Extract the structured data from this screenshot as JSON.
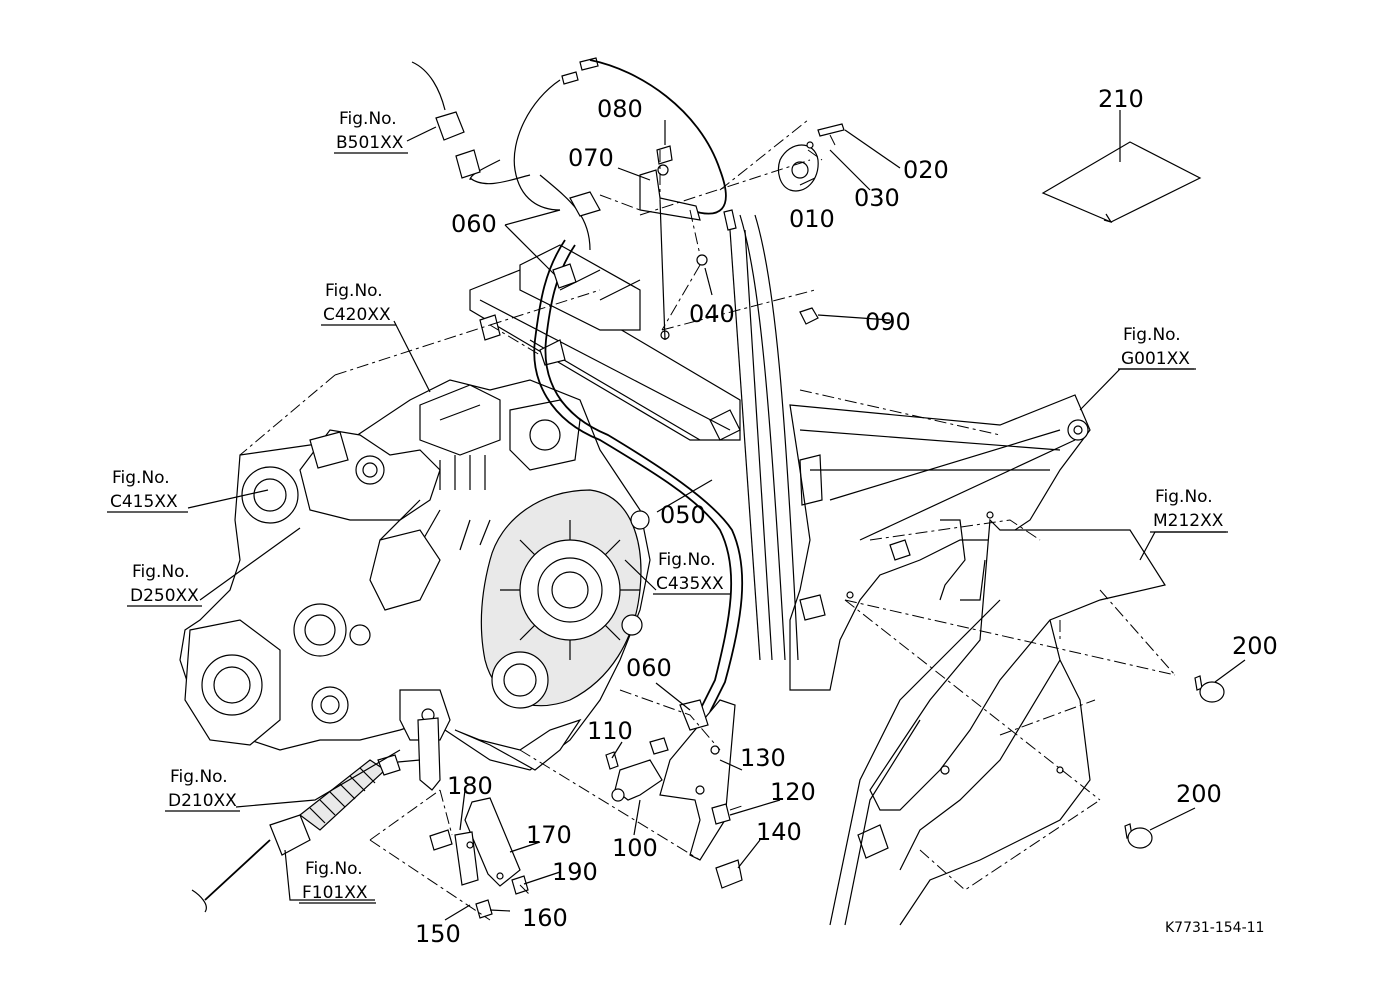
{
  "callouts": {
    "c010": "010",
    "c020": "020",
    "c030": "030",
    "c040": "040",
    "c050": "050",
    "c060a": "060",
    "c060b": "060",
    "c070": "070",
    "c080": "080",
    "c090": "090",
    "c100": "100",
    "c110": "110",
    "c120": "120",
    "c130": "130",
    "c140": "140",
    "c150": "150",
    "c160": "160",
    "c170": "170",
    "c180": "180",
    "c190": "190",
    "c200a": "200",
    "c200b": "200",
    "c210": "210"
  },
  "figure_refs": {
    "b501": {
      "label": "Fig.No.",
      "code": "B501XX"
    },
    "c420": {
      "label": "Fig.No.",
      "code": "C420XX"
    },
    "c415": {
      "label": "Fig.No.",
      "code": "C415XX"
    },
    "d250": {
      "label": "Fig.No.",
      "code": "D250XX"
    },
    "c435": {
      "label": "Fig.No.",
      "code": "C435XX"
    },
    "g001": {
      "label": "Fig.No.",
      "code": "G001XX"
    },
    "m212": {
      "label": "Fig.No.",
      "code": "M212XX"
    },
    "d210": {
      "label": "Fig.No.",
      "code": "D210XX"
    },
    "f101": {
      "label": "Fig.No.",
      "code": "F101XX"
    }
  },
  "drawing_code": "K7731-154-11"
}
